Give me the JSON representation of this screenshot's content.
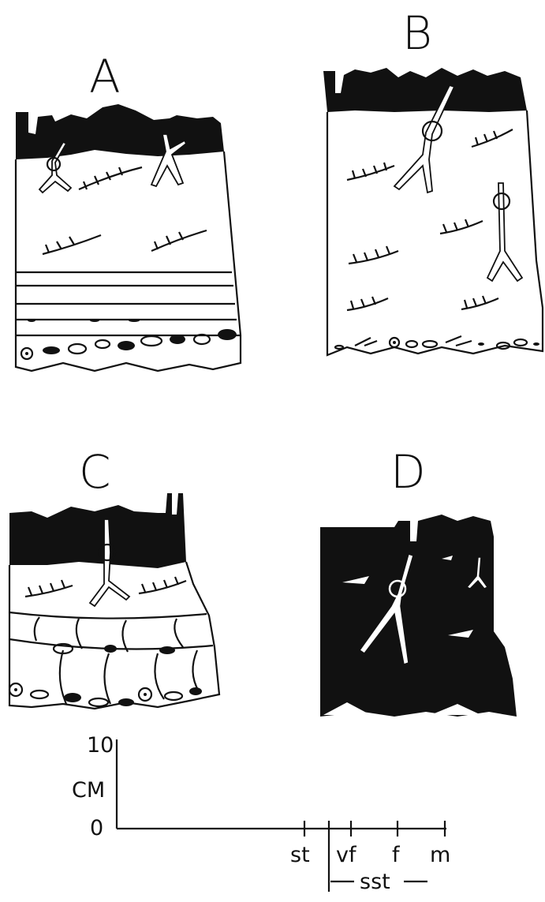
{
  "panels": {
    "a": {
      "label": "A"
    },
    "b": {
      "label": "B"
    },
    "c": {
      "label": "C"
    },
    "d": {
      "label": "D"
    }
  },
  "scale": {
    "y_top": "10",
    "y_unit": "CM",
    "y_zero": "0",
    "x_ticks": [
      "st",
      "vf",
      "f",
      "m"
    ],
    "group_label": "sst"
  }
}
